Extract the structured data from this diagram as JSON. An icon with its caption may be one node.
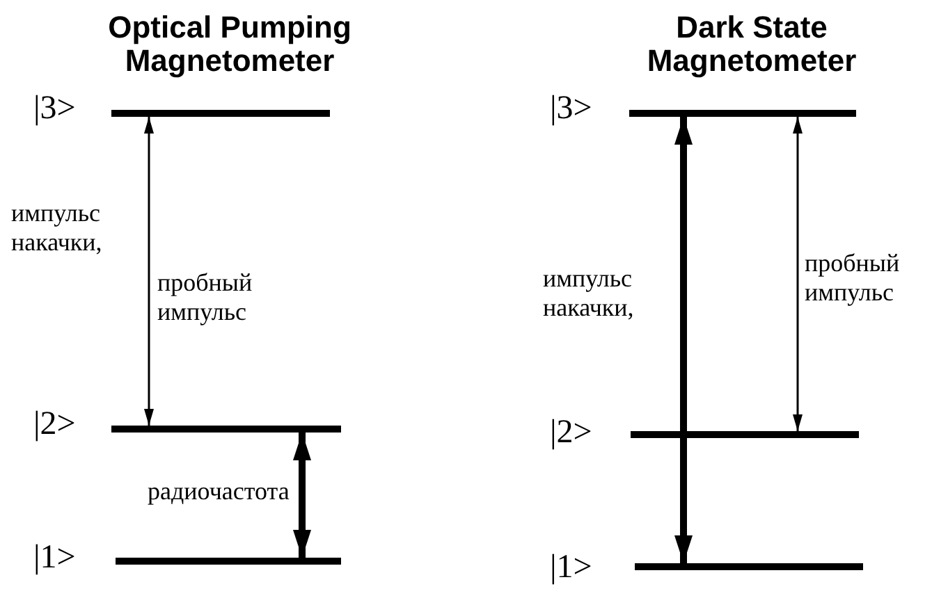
{
  "diagram": {
    "nodes": [
      {
        "text": [],
        "shape": "bar",
        "beside": [
          "|3>"
        ]
      },
      {
        "text": [],
        "shape": "bar",
        "beside": [
          "|2>"
        ]
      },
      {
        "text": [],
        "shape": "bar",
        "beside": [
          "|1>"
        ]
      },
      {
        "text": [],
        "shape": "bar",
        "beside": [
          "|3>"
        ]
      },
      {
        "text": [],
        "shape": "bar",
        "beside": [
          "|2>"
        ]
      },
      {
        "text": [],
        "shape": "bar",
        "beside": [
          "|1>"
        ]
      }
    ],
    "edges": [
      {
        "from": 1,
        "to": 0,
        "arrow": "both",
        "label": "пробный импульс"
      },
      {
        "from": 1,
        "to": 2,
        "arrow": "both",
        "style": "thick",
        "label": "радиочастота"
      },
      {
        "from": 3,
        "to": 5,
        "arrow": "both",
        "style": "thick",
        "label": "импульс накачки,"
      },
      {
        "from": 3,
        "to": 4,
        "arrow": "both",
        "label": "пробный импульс"
      }
    ],
    "labels": [
      "Optical Pumping Magnetometer",
      "Dark State Magnetometer",
      "импульс накачки,"
    ]
  }
}
